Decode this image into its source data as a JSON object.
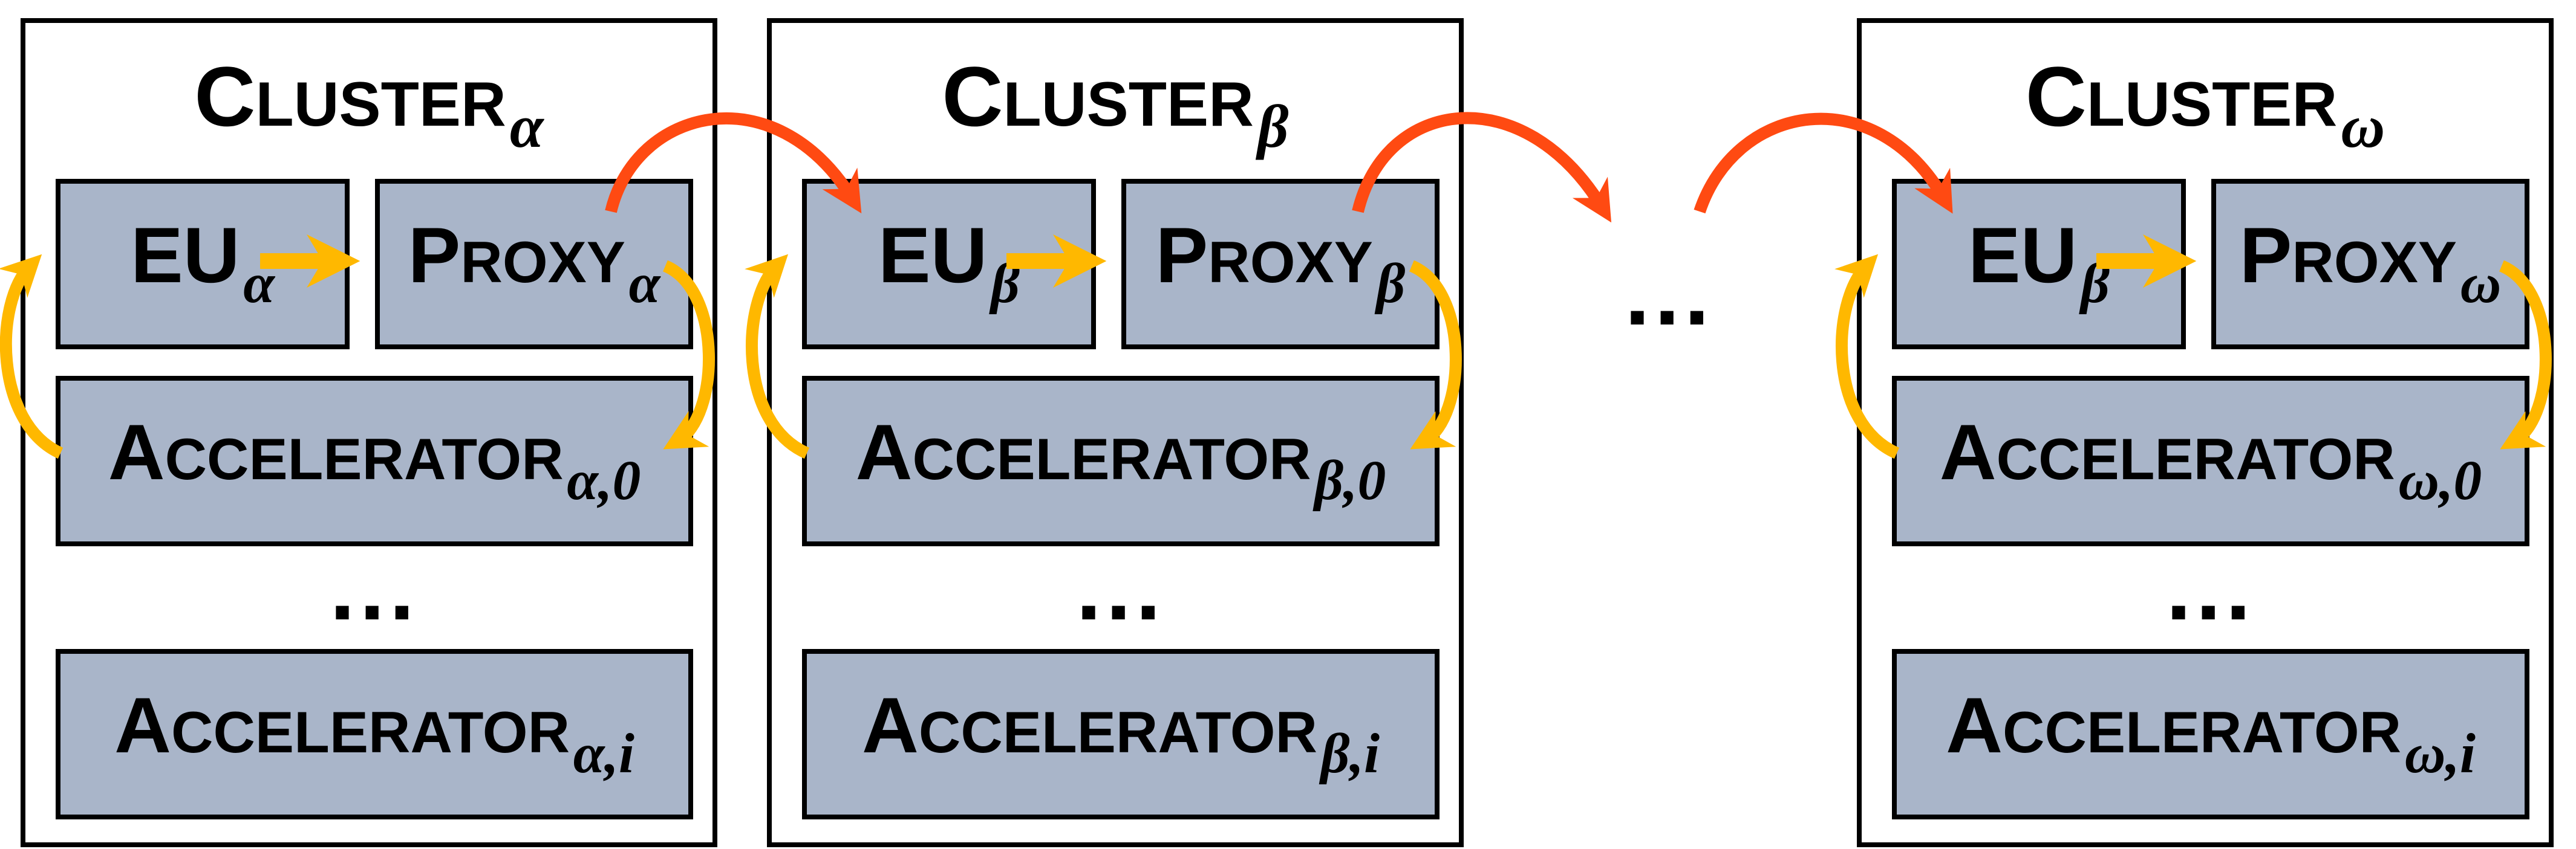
{
  "clusters": [
    {
      "title_first": "C",
      "title_rest": "LUSTER",
      "title_sub": "α",
      "eu_label": "EU",
      "eu_sub": "α",
      "proxy_first": "P",
      "proxy_rest": "ROXY",
      "proxy_sub": "α",
      "acc0_first": "A",
      "acc0_rest": "CCELERATOR",
      "acc0_sub": "α,0",
      "acci_first": "A",
      "acci_rest": "CCELERATOR",
      "acci_sub": "α,i",
      "dots": "..."
    },
    {
      "title_first": "C",
      "title_rest": "LUSTER",
      "title_sub": "β",
      "eu_label": "EU",
      "eu_sub": "β",
      "proxy_first": "P",
      "proxy_rest": "ROXY",
      "proxy_sub": "β",
      "acc0_first": "A",
      "acc0_rest": "CCELERATOR",
      "acc0_sub": "β,0",
      "acci_first": "A",
      "acci_rest": "CCELERATOR",
      "acci_sub": "β,i",
      "dots": "..."
    },
    {
      "title_first": "C",
      "title_rest": "LUSTER",
      "title_sub": "ω",
      "eu_label": "EU",
      "eu_sub": "β",
      "proxy_first": "P",
      "proxy_rest": "ROXY",
      "proxy_sub": "ω",
      "acc0_first": "A",
      "acc0_rest": "CCELERATOR",
      "acc0_sub": "ω,0",
      "acci_first": "A",
      "acci_rest": "CCELERATOR",
      "acci_sub": "ω,i",
      "dots": "..."
    }
  ],
  "middle_dots": "...",
  "colors": {
    "box_fill": "#a9b5c9",
    "border": "#000000",
    "intra_arrow": "#ffb800",
    "inter_arrow": "#ff4a12"
  }
}
